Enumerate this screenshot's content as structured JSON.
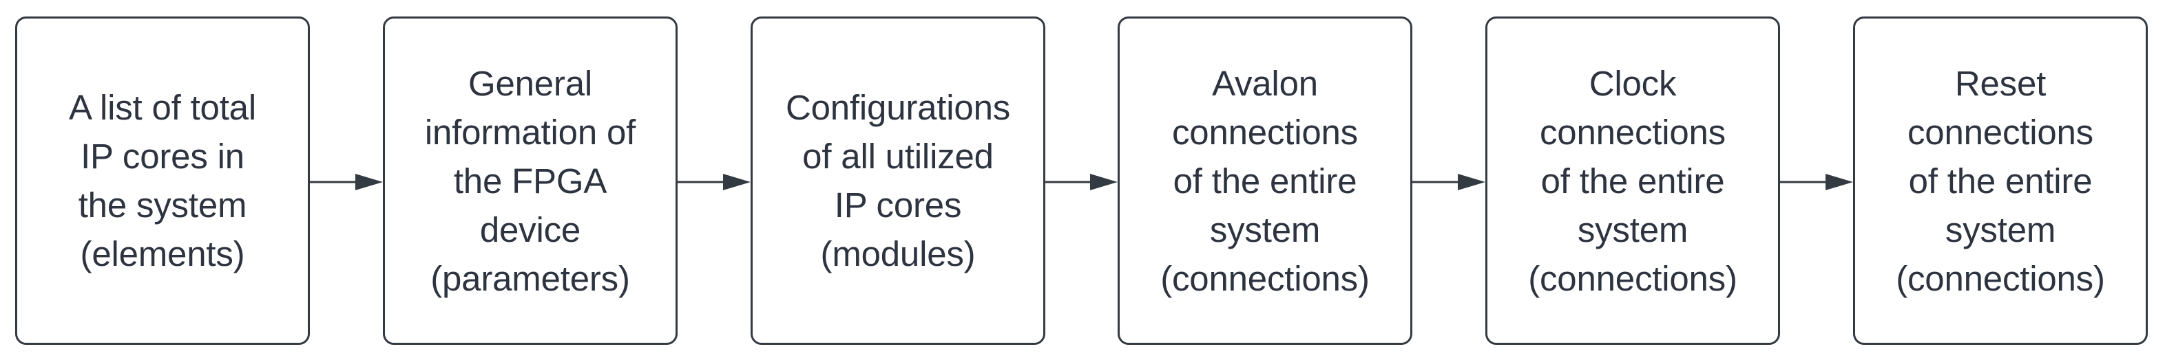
{
  "diagram": {
    "nodes": [
      {
        "id": "n1",
        "label": "A list of total\nIP cores in\nthe system\n(elements)"
      },
      {
        "id": "n2",
        "label": "General\ninformation of\nthe FPGA\ndevice\n(parameters)"
      },
      {
        "id": "n3",
        "label": "Configurations\nof all utilized\nIP cores\n(modules)"
      },
      {
        "id": "n4",
        "label": "Avalon\nconnections\nof the entire\nsystem\n(connections)"
      },
      {
        "id": "n5",
        "label": "Clock\nconnections\nof the entire\nsystem\n(connections)"
      },
      {
        "id": "n6",
        "label": "Reset\nconnections\nof the entire\nsystem\n(connections)"
      }
    ],
    "edges": [
      {
        "from": "n1",
        "to": "n2"
      },
      {
        "from": "n2",
        "to": "n3"
      },
      {
        "from": "n3",
        "to": "n4"
      },
      {
        "from": "n4",
        "to": "n5"
      },
      {
        "from": "n5",
        "to": "n6"
      }
    ],
    "colors": {
      "border": "#333a41",
      "text": "#2d3440",
      "arrow": "#333a41",
      "background": "#ffffff"
    }
  }
}
